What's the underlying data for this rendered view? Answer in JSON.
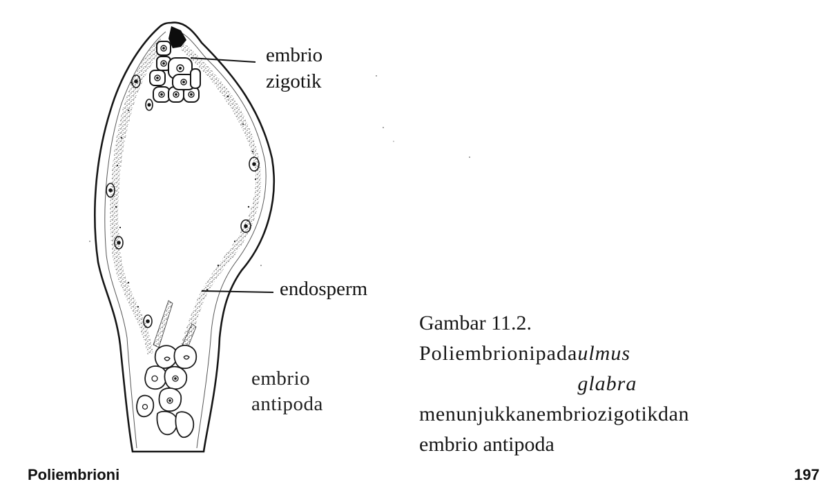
{
  "labels": {
    "zygotic_embryo_line1": "embrio",
    "zygotic_embryo_line2": "zigotik",
    "endosperm": "endosperm",
    "antipodal_embryo_line1": "embrio",
    "antipodal_embryo_line2": "antipoda"
  },
  "caption": {
    "title": "Gambar 11.2.",
    "line2_a": "Poliembrioni",
    "line2_b": "pada",
    "line2_species": "ulmus glabra",
    "line3_a": "menunjukkan",
    "line3_b": "embrio",
    "line3_c": "zigotik",
    "line3_d": "dan",
    "line4": "embrio antipoda"
  },
  "footer": {
    "left": "Poliembrioni",
    "right": "197"
  },
  "colors": {
    "ink": "#111111",
    "stipple": "#3a3a3a",
    "background": "#ffffff"
  }
}
